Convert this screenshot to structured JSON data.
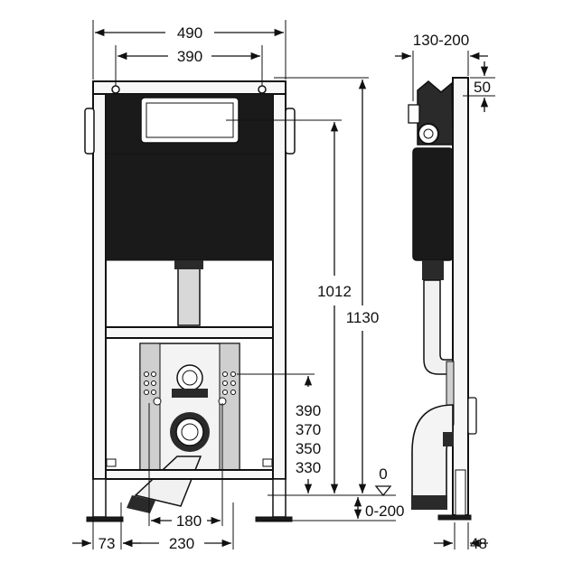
{
  "front_view": {
    "dim_overall_width": "490",
    "dim_hole_spacing": "390",
    "dim_height_top": "1012",
    "dim_height_total": "1130",
    "dim_outlet_heights": [
      "390",
      "370",
      "350",
      "330"
    ],
    "dim_zero": "0",
    "dim_floor_range": "0-200",
    "dim_outlet_spacing": "180",
    "dim_foot_offset": "73",
    "dim_foot_spacing": "230"
  },
  "side_view": {
    "dim_depth_range": "130-200",
    "dim_top_offset": "50",
    "dim_bottom_depth": "48"
  }
}
